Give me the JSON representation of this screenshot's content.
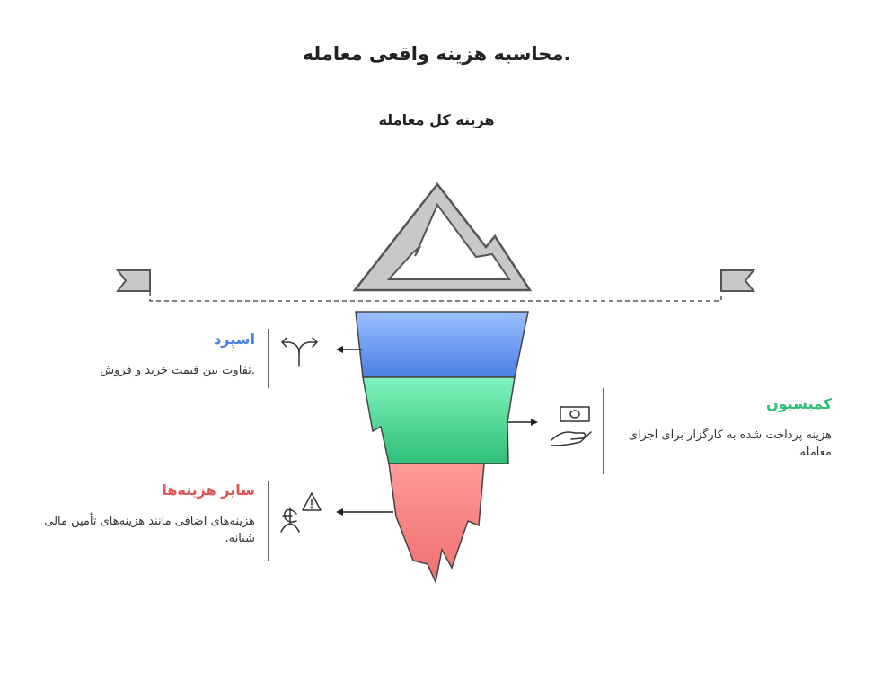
{
  "title": ".محاسبه هزینه واقعی معامله",
  "subtitle": "هزینه کل معامله",
  "colors": {
    "spread": "#4a7fe6",
    "commission": "#2fbf78",
    "other": "#e05555",
    "mountain": "#555555"
  },
  "items": [
    {
      "heading": "اسپرد",
      "description": ".تفاوت بین قیمت خرید و فروش",
      "icon": "diverging-arrows-icon"
    },
    {
      "heading": "کمیسیون",
      "description": "هزینه پرداخت شده به کارگزار برای اجرای معامله.",
      "icon": "money-in-hand-icon"
    },
    {
      "heading": "سایر هزینه‌ها",
      "description": "هزینه‌های اضافی مانند هزینه‌های تأمین مالی شبانه.",
      "icon": "cost-warning-icon"
    }
  ]
}
